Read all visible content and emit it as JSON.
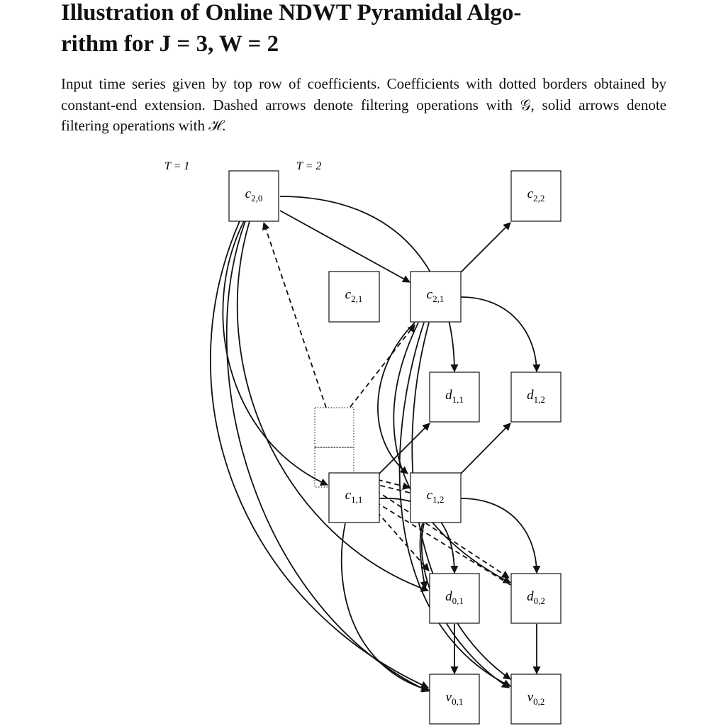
{
  "title": {
    "line1": "Illustration of Online NDWT Pyramidal Algo-",
    "line2": "rithm for J = 3, W = 2"
  },
  "caption": {
    "line1": "Input time series given by top row of coefficients.  Coefficients with dotted",
    "line2": "borders obtained by constant-end extension.  Dashed arrows denote filtering",
    "line3": "operations with 𝒢, solid arrows denote filtering operations with ℋ."
  },
  "time_labels": [
    "T = 1",
    "T = 2"
  ],
  "nodes": [
    {
      "id": "c20",
      "sym": "c",
      "sub": "2,0"
    },
    {
      "id": "c22",
      "sym": "c",
      "sub": "2,2"
    },
    {
      "id": "c21a",
      "sym": "c",
      "sub": "2,1"
    },
    {
      "id": "c21b",
      "sym": "c",
      "sub": "2,1"
    },
    {
      "id": "d11",
      "sym": "d",
      "sub": "1,1"
    },
    {
      "id": "d12",
      "sym": "d",
      "sub": "1,2"
    },
    {
      "id": "c11",
      "sym": "c",
      "sub": "1,1"
    },
    {
      "id": "c12",
      "sym": "c",
      "sub": "1,2"
    },
    {
      "id": "d01",
      "sym": "d",
      "sub": "0,1"
    },
    {
      "id": "d02",
      "sym": "d",
      "sub": "0,2"
    },
    {
      "id": "v01",
      "sym": "v",
      "sub": "0,1"
    },
    {
      "id": "v02",
      "sym": "v",
      "sub": "0,2"
    }
  ],
  "edge_styles": {
    "dashed": "G filter",
    "solid": "H filter"
  },
  "colors": {
    "ink": "#111111",
    "background": "#ffffff"
  }
}
